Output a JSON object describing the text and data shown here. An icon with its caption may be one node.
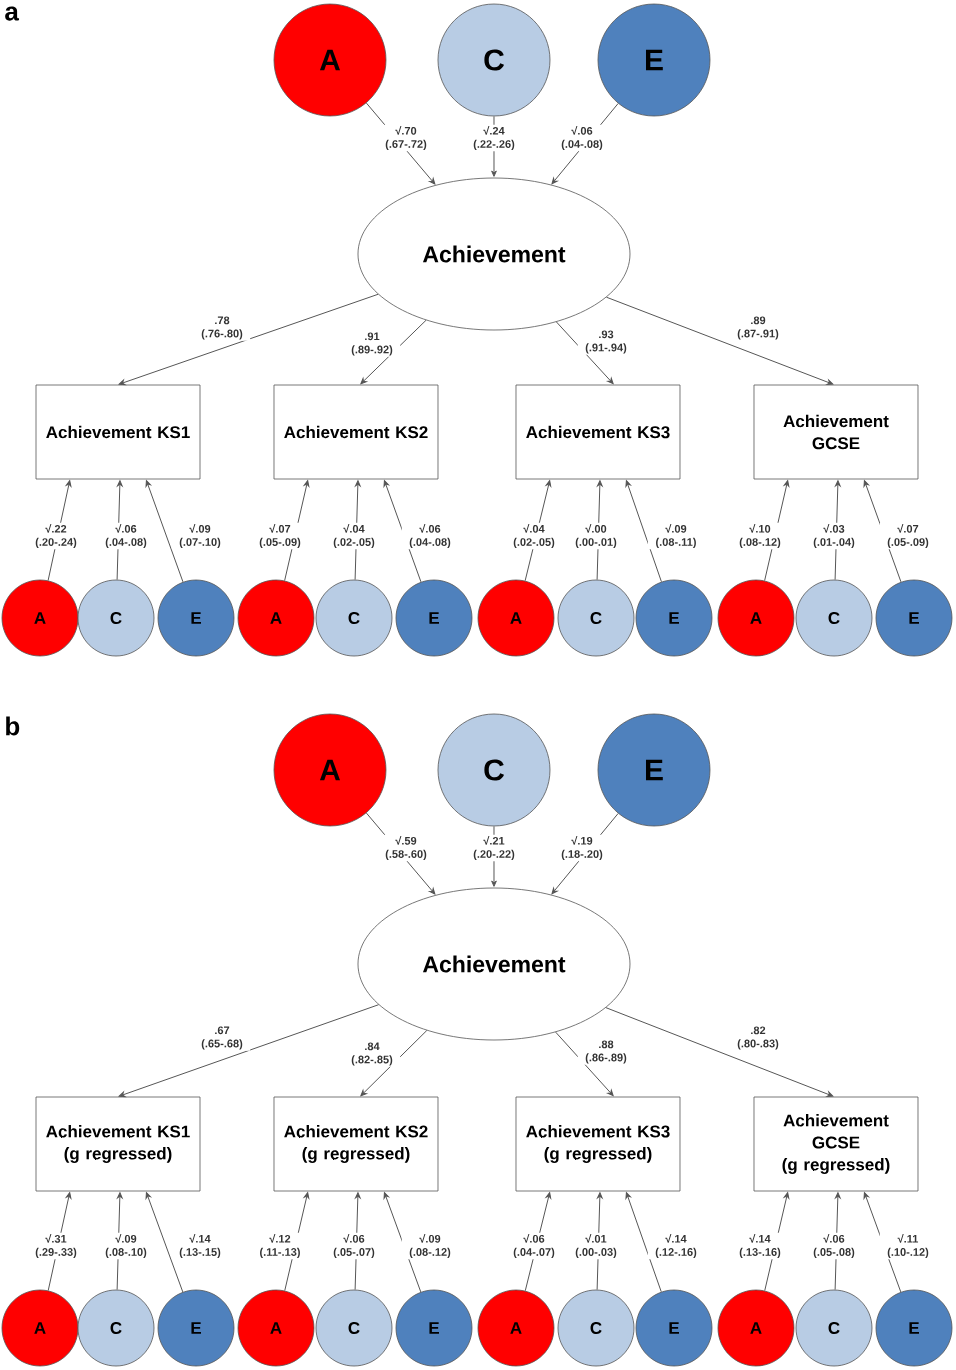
{
  "diagram": {
    "nodes": [
      {
        "text": [
          "A"
        ]
      },
      {
        "text": [
          "C"
        ]
      },
      {
        "text": [
          "E"
        ]
      },
      {
        "text": [
          "Achievement"
        ]
      },
      {
        "text": [
          "Achievement KS1"
        ]
      },
      {
        "text": [
          "Achievement KS2"
        ]
      },
      {
        "text": [
          "Achievement KS3"
        ]
      },
      {
        "text": [
          "Achievement GCSE"
        ]
      },
      {
        "text": [
          "A"
        ]
      },
      {
        "text": [
          "C"
        ]
      },
      {
        "text": [
          "E"
        ]
      },
      {
        "text": [
          "A"
        ]
      },
      {
        "text": [
          "C"
        ]
      },
      {
        "text": [
          "E"
        ]
      },
      {
        "text": [
          "A"
        ]
      },
      {
        "text": [
          "C"
        ]
      },
      {
        "text": [
          "E"
        ]
      },
      {
        "text": [
          "A"
        ]
      },
      {
        "text": [
          "C"
        ]
      },
      {
        "text": [
          "E"
        ]
      },
      {
        "text": [
          "A"
        ]
      },
      {
        "text": [
          "C"
        ]
      },
      {
        "text": [
          "E"
        ]
      },
      {
        "text": [
          "Achievement"
        ]
      },
      {
        "text": [
          "Achievement KS1",
          "(g regressed)"
        ]
      },
      {
        "text": [
          "Achievement KS2",
          "(g regressed)"
        ]
      },
      {
        "text": [
          "Achievement KS3",
          "(g regressed)"
        ]
      },
      {
        "text": [
          "Achievement GCSE",
          "(g regressed)"
        ]
      },
      {
        "text": [
          "A"
        ]
      },
      {
        "text": [
          "C"
        ]
      },
      {
        "text": [
          "E"
        ]
      },
      {
        "text": [
          "A"
        ]
      },
      {
        "text": [
          "C"
        ]
      },
      {
        "text": [
          "E"
        ]
      },
      {
        "text": [
          "A"
        ]
      },
      {
        "text": [
          "C"
        ]
      },
      {
        "text": [
          "E"
        ]
      },
      {
        "text": [
          "A"
        ]
      },
      {
        "text": [
          "C"
        ]
      },
      {
        "text": [
          "E"
        ]
      }
    ],
    "edges": [
      {
        "from": 0,
        "to": 3,
        "arrow": "to",
        "label": "√.70 (.67-.72)"
      },
      {
        "from": 1,
        "to": 3,
        "arrow": "to",
        "label": "√.24 (.22-.26)"
      },
      {
        "from": 2,
        "to": 3,
        "arrow": "to",
        "label": "√.06 (.04-.08)"
      },
      {
        "from": 3,
        "to": 4,
        "arrow": "to",
        "label": ".78 (.76-.80)"
      },
      {
        "from": 3,
        "to": 5,
        "arrow": "to",
        "label": ".91 (.89-.92)"
      },
      {
        "from": 3,
        "to": 6,
        "arrow": "to",
        "label": ".93 (.91-.94)"
      },
      {
        "from": 3,
        "to": 7,
        "arrow": "to",
        "label": ".89 (.87-.91)"
      },
      {
        "from": 8,
        "to": 4,
        "arrow": "to",
        "label": "√.22 (.20-.24)"
      },
      {
        "from": 9,
        "to": 4,
        "arrow": "to",
        "label": "√.06 (.04-.08)"
      },
      {
        "from": 10,
        "to": 4,
        "arrow": "to",
        "label": "√.09 (.07-.10)"
      },
      {
        "from": 11,
        "to": 5,
        "arrow": "to",
        "label": "√.07 (.05-.09)"
      },
      {
        "from": 12,
        "to": 5,
        "arrow": "to",
        "label": "√.04 (.02-.05)"
      },
      {
        "from": 13,
        "to": 5,
        "arrow": "to",
        "label": "√.06 (.04-.08)"
      },
      {
        "from": 14,
        "to": 6,
        "arrow": "to",
        "label": "√.04 (.02-.05)"
      },
      {
        "from": 15,
        "to": 6,
        "arrow": "to",
        "label": "√.00 (.00-.01)"
      },
      {
        "from": 16,
        "to": 6,
        "arrow": "to",
        "label": "√.09 (.08-.11)"
      },
      {
        "from": 17,
        "to": 7,
        "arrow": "to",
        "label": "√.10 (.08-.12)"
      },
      {
        "from": 18,
        "to": 7,
        "arrow": "to",
        "label": "√.03 (.01-.04)"
      },
      {
        "from": 19,
        "to": 7,
        "arrow": "to",
        "label": "√.07 (.05-.09)"
      },
      {
        "from": 20,
        "to": 23,
        "arrow": "to",
        "label": "√.59 (.58-.60)"
      },
      {
        "from": 21,
        "to": 23,
        "arrow": "to",
        "label": "√.21 (.20-.22)"
      },
      {
        "from": 22,
        "to": 23,
        "arrow": "to",
        "label": "√.19 (.18-.20)"
      },
      {
        "from": 23,
        "to": 24,
        "arrow": "to",
        "label": ".67 (.65-.68)"
      },
      {
        "from": 23,
        "to": 25,
        "arrow": "to",
        "label": ".84 (.82-.85)"
      },
      {
        "from": 23,
        "to": 26,
        "arrow": "to",
        "label": ".88 (.86-.89)"
      },
      {
        "from": 23,
        "to": 27,
        "arrow": "to",
        "label": ".82 (.80-.83)"
      },
      {
        "from": 28,
        "to": 24,
        "arrow": "to",
        "label": "√.31 (.29-.33)"
      },
      {
        "from": 29,
        "to": 24,
        "arrow": "to",
        "label": "√.09 (.08-.10)"
      },
      {
        "from": 30,
        "to": 24,
        "arrow": "to",
        "label": "√.14 (.13-.15)"
      },
      {
        "from": 31,
        "to": 25,
        "arrow": "to",
        "label": "√.12 (.11-.13)"
      },
      {
        "from": 32,
        "to": 25,
        "arrow": "to",
        "label": "√.06 (.05-.07)"
      },
      {
        "from": 33,
        "to": 25,
        "arrow": "to",
        "label": "√.09 (.08-.12)"
      },
      {
        "from": 34,
        "to": 26,
        "arrow": "to",
        "label": "√.06 (.04-.07)"
      },
      {
        "from": 35,
        "to": 26,
        "arrow": "to",
        "label": "√.01 (.00-.03)"
      },
      {
        "from": 36,
        "to": 26,
        "arrow": "to",
        "label": "√.14 (.12-.16)"
      },
      {
        "from": 37,
        "to": 27,
        "arrow": "to",
        "label": "√.14 (.13-.16)"
      },
      {
        "from": 38,
        "to": 27,
        "arrow": "to",
        "label": "√.06 (.05-.08)"
      },
      {
        "from": 39,
        "to": 27,
        "arrow": "to",
        "label": "√.11 (.10-.12)"
      }
    ],
    "labels": [
      "a",
      "b"
    ]
  }
}
